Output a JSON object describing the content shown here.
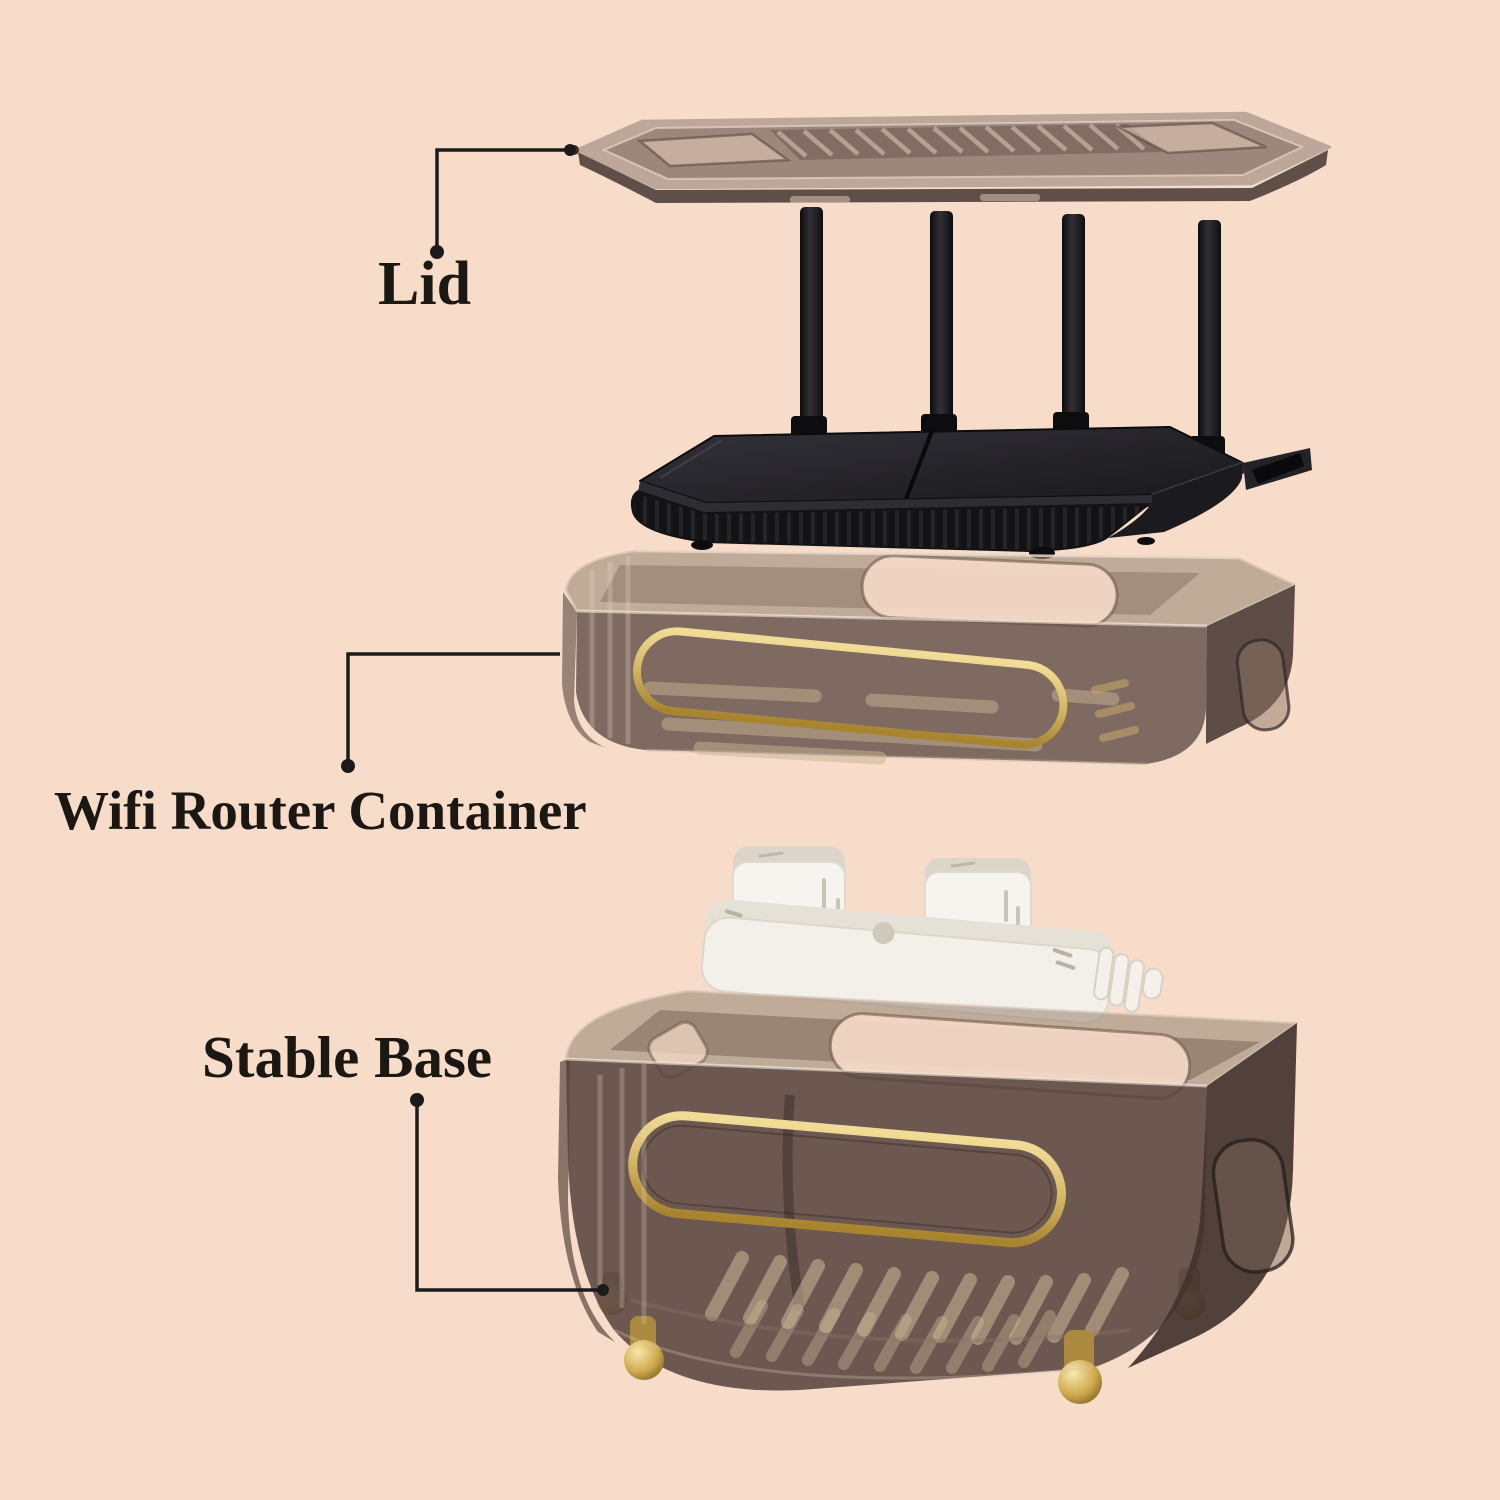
{
  "diagram": {
    "type": "exploded-product-view",
    "subject": "wifi router storage box",
    "labels": {
      "lid": "Lid",
      "container": "Wifi Router Container",
      "base": "Stable Base"
    },
    "components": [
      {
        "name": "lid-tray",
        "description": "translucent slatted lid"
      },
      {
        "name": "wifi-router",
        "description": "black router with four antennas"
      },
      {
        "name": "router-container",
        "description": "translucent smoke box with gold handle trim"
      },
      {
        "name": "power-strip",
        "description": "white power strip with two plug adapters"
      },
      {
        "name": "stable-base",
        "description": "translucent smoke base with vented floor and gold feet"
      }
    ],
    "colors": {
      "background": "#f6dcc9",
      "label_text": "#1b1712",
      "leader_line": "#1b1b1b",
      "smoke_plastic": "#5e4b44",
      "gold_trim": "#d4b765",
      "router_black": "#1a191c",
      "power_strip_white": "#f3f0ea"
    }
  }
}
